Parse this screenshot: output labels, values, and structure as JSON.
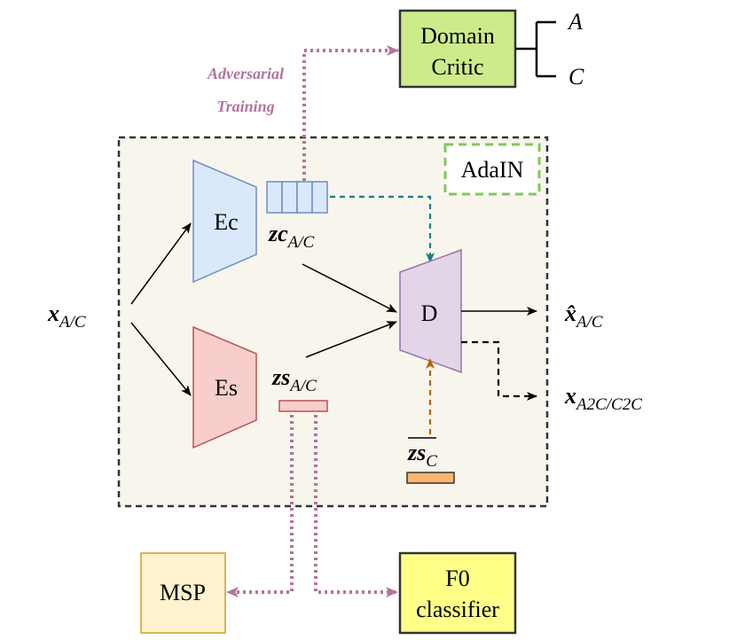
{
  "diagram": {
    "domain_critic": {
      "line1": "Domain",
      "line2": "Critic"
    },
    "critic_outputs": [
      "A",
      "C"
    ],
    "adversarial": {
      "line1": "Adversarial",
      "line2": "Training"
    },
    "adain": "AdaIN",
    "encoders": {
      "content": "Ec",
      "style": "Es"
    },
    "decoder": "D",
    "input": {
      "main": "x",
      "sub": "A/C"
    },
    "content_code": {
      "main": "zc",
      "sub": "A/C"
    },
    "style_code": {
      "main": "zs",
      "sub": "A/C"
    },
    "target_style": {
      "main": "zs",
      "sub": "C"
    },
    "reconstruction": {
      "main": "x̂",
      "sub": "A/C"
    },
    "conversion": {
      "main": "x",
      "sub": "A2C/C2C"
    },
    "msp": "MSP",
    "f0": {
      "line1": "F0",
      "line2": "classifier"
    },
    "colors": {
      "critic_fill": "#cdeb8b",
      "container_fill": "#f8f5ed",
      "adain_border": "#82c75e",
      "ec_fill": "#dae8fc",
      "ec_stroke": "#6c8ebf",
      "es_fill": "#f8cecc",
      "es_stroke": "#b85450",
      "decoder_fill": "#e1d5e7",
      "decoder_stroke": "#9673a6",
      "msp_fill": "#fff2cc",
      "msp_stroke": "#d6b656",
      "f0_fill": "#ffff88",
      "adversarial_line": "#b5739d",
      "content_line": "#0e8088",
      "style_line": "#b46504",
      "target_style_fill": "#ffb570"
    }
  }
}
